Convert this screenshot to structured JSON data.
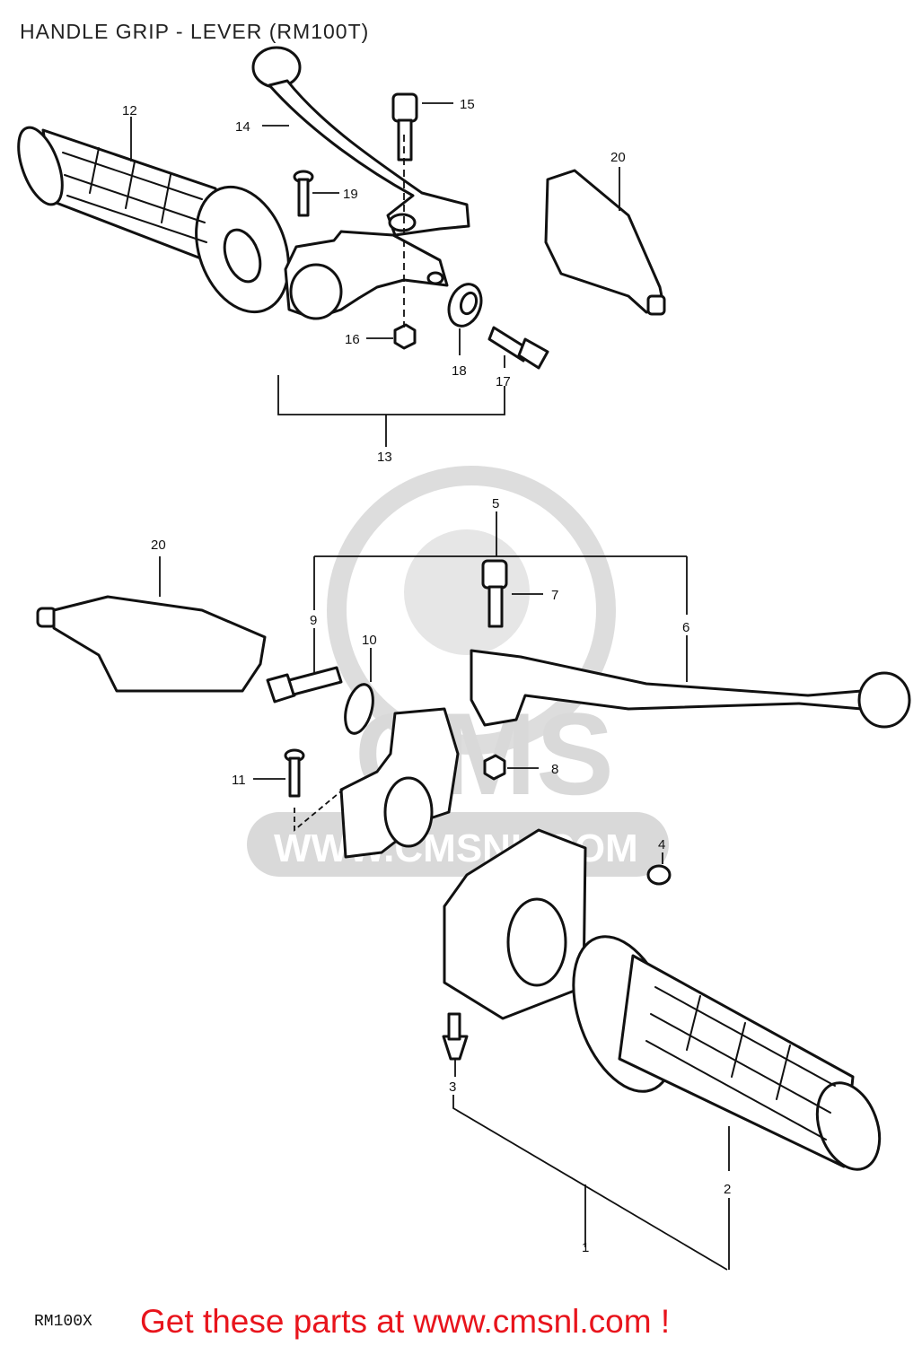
{
  "header": {
    "title": "HANDLE GRIP - LEVER (RM100T)"
  },
  "footer": {
    "model_code": "RM100X",
    "promo_text": "Get these parts at www.cmsnl.com !"
  },
  "watermark": {
    "text": "WWW.CMSNL.COM",
    "logo_text": "CMS"
  },
  "colors": {
    "line": "#111111",
    "promo": "#e8141c",
    "watermark": "#d4d4d4"
  },
  "callouts": {
    "c1": "1",
    "c2": "2",
    "c3": "3",
    "c4": "4",
    "c5": "5",
    "c6": "6",
    "c7": "7",
    "c8": "8",
    "c9": "9",
    "c10": "10",
    "c11": "11",
    "c12": "12",
    "c13": "13",
    "c14": "14",
    "c15": "15",
    "c16": "16",
    "c17": "17",
    "c18": "18",
    "c19": "19",
    "c20a": "20",
    "c20b": "20"
  }
}
